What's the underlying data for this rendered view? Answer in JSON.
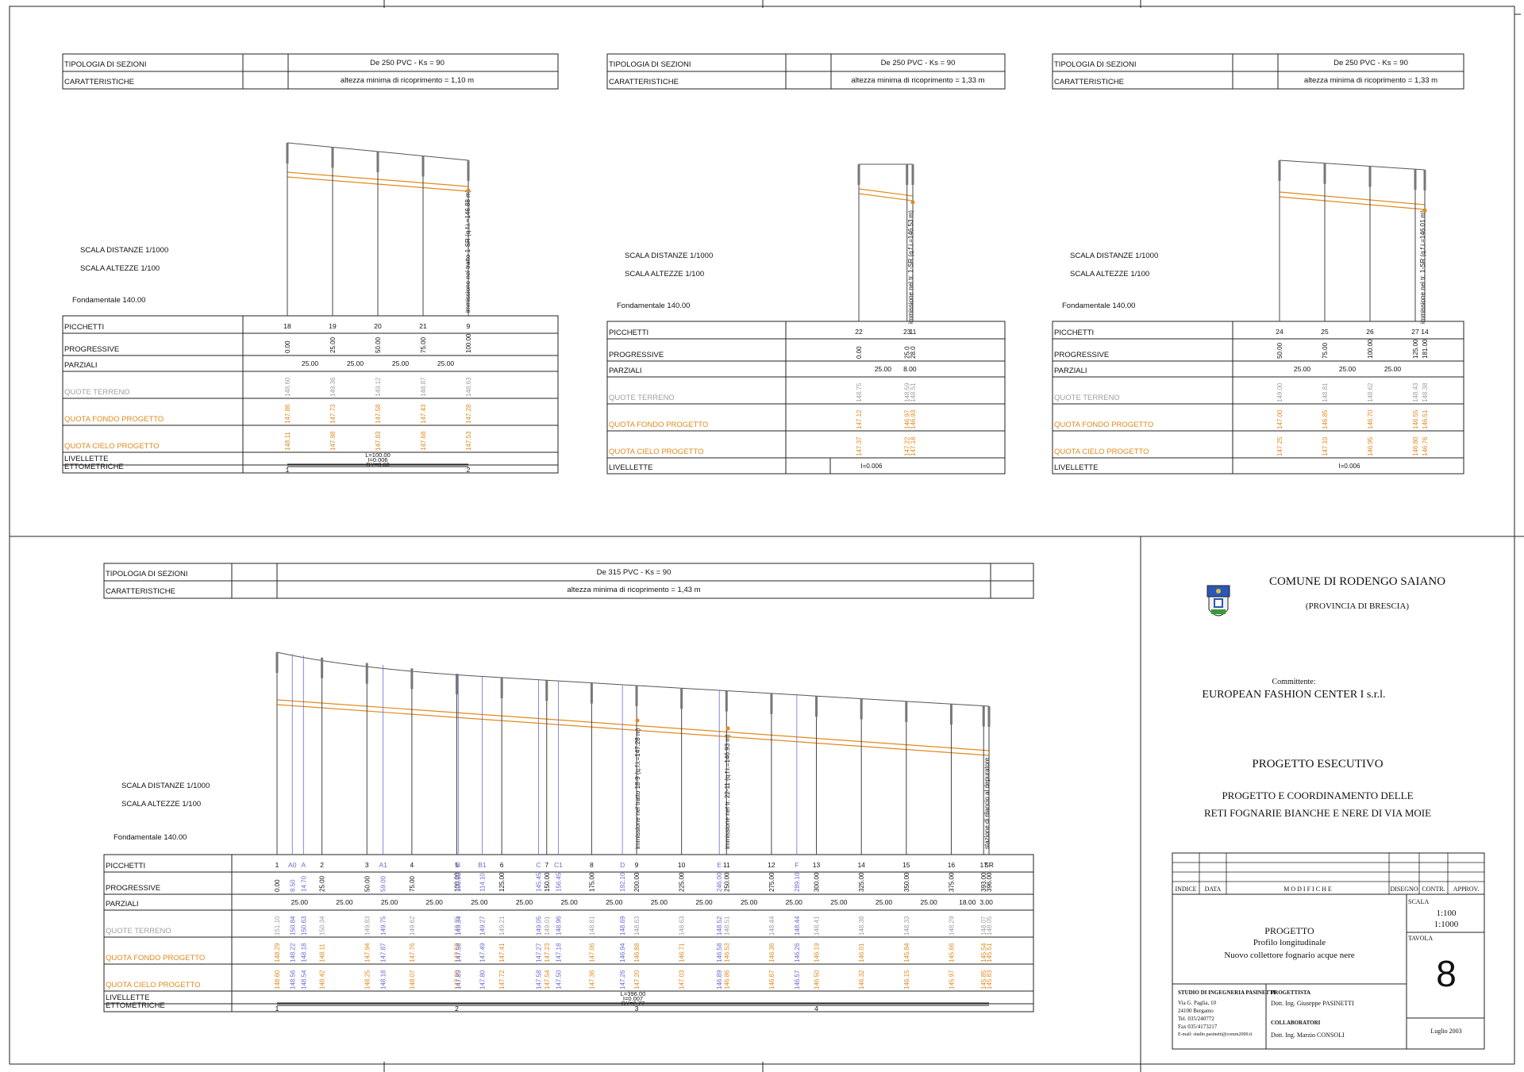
{
  "profiles": [
    {
      "id": "p1",
      "tipologia_label": "TIPOLOGIA DI SEZIONI",
      "tipologia_value": "De 250 PVC - Ks = 90",
      "caratteristiche_label": "CARATTERISTICHE",
      "caratteristiche_value": "altezza minima di ricoprimento = 1,10 m",
      "scala_distanze": "SCALA DISTANZE 1/1000",
      "scala_altezze": "SCALA ALTEZZE  1/100",
      "fondamentale": "Fondamentale 140.00",
      "immissione": "immissione nel tratto 1-SR (q.f.i.=146.88 m)",
      "rows": [
        "PICCHETTI",
        "PROGRESSIVE",
        "PARZIALI",
        "QUOTE TERRENO",
        "QUOTA FONDO PROGETTO",
        "QUOTA CIELO PROGETTO",
        "LIVELLETTE",
        "ETTOMETRICHE"
      ],
      "stations": [
        {
          "picchetto": "18",
          "progressiva": "0.00",
          "terreno": "148.60",
          "fondo": "147.86",
          "cielo": "148.11"
        },
        {
          "picchetto": "19",
          "progressiva": "25.00",
          "terreno": "149.36",
          "fondo": "147.73",
          "cielo": "147.98"
        },
        {
          "picchetto": "20",
          "progressiva": "50.00",
          "terreno": "149.12",
          "fondo": "147.58",
          "cielo": "147.83"
        },
        {
          "picchetto": "21",
          "progressiva": "75.00",
          "terreno": "148.87",
          "fondo": "147.43",
          "cielo": "147.68"
        },
        {
          "picchetto": "9",
          "progressiva": "100.00",
          "terreno": "148.63",
          "fondo": "147.28",
          "cielo": "147.53"
        }
      ],
      "parziali": [
        "25.00",
        "25.00",
        "25.00",
        "25.00"
      ],
      "livellette": [
        "L=100.00",
        "I=0.006",
        "DY=0.60"
      ],
      "ettometriche": [
        "1",
        "2"
      ]
    },
    {
      "id": "p2",
      "tipologia_label": "TIPOLOGIA DI SEZIONI",
      "tipologia_value": "De 250 PVC - Ks = 90",
      "caratteristiche_label": "CARATTERISTICHE",
      "caratteristiche_value": "altezza minima di ricoprimento = 1,33 m",
      "scala_distanze": "SCALA DISTANZE 1/1000",
      "scala_altezze": "SCALA ALTEZZE  1/100",
      "fondamentale": "Fondamentale 140.00",
      "immissione": "immissione nel tr. 1-SR (q.f.i.=146.53 m)",
      "rows": [
        "PICCHETTI",
        "PROGRESSIVE",
        "PARZIALI",
        "QUOTE TERRENO",
        "QUOTA FONDO PROGETTO",
        "QUOTA CIELO PROGETTO",
        "LIVELLETTE"
      ],
      "stations": [
        {
          "picchetto": "22",
          "progressiva": "0.00",
          "terreno": "148.75",
          "fondo": "147.12",
          "cielo": "147.37"
        },
        {
          "picchetto": "23",
          "progressiva": "25.0",
          "terreno": "148.59",
          "fondo": "146.97",
          "cielo": "147.22"
        },
        {
          "picchetto": "11",
          "progressiva": "28.0",
          "terreno": "148.51",
          "fondo": "146.93",
          "cielo": "147.18"
        }
      ],
      "parziali": [
        "25.00",
        "8.00"
      ],
      "livellette": [
        "I=0.006"
      ]
    },
    {
      "id": "p3",
      "tipologia_label": "TIPOLOGIA DI SEZIONI",
      "tipologia_value": "De 250 PVC - Ks = 90",
      "caratteristiche_label": "CARATTERISTICHE",
      "caratteristiche_value": "altezza minima di ricoprimento = 1,33 m",
      "scala_distanze": "SCALA DISTANZE 1/1000",
      "scala_altezze": "SCALA ALTEZZE  1/100",
      "fondamentale": "Fondamentale 140.00",
      "immissione": "immissione nel tr. 1-SR (q.f.i.=146.01 m)",
      "rows": [
        "PICCHETTI",
        "PROGRESSIVE",
        "PARZIALI",
        "QUOTE TERRENO",
        "QUOTA FONDO PROGETTO",
        "QUOTA CIELO PROGETTO",
        "LIVELLETTE"
      ],
      "stations": [
        {
          "picchetto": "24",
          "progressiva": "50.00",
          "terreno": "149.00",
          "fondo": "147.00",
          "cielo": "147.25"
        },
        {
          "picchetto": "25",
          "progressiva": "75.00",
          "terreno": "148.81",
          "fondo": "146.85",
          "cielo": "147.10"
        },
        {
          "picchetto": "26",
          "progressiva": "100.00",
          "terreno": "148.62",
          "fondo": "146.70",
          "cielo": "146.95"
        },
        {
          "picchetto": "27",
          "progressiva": "125.00",
          "terreno": "148.43",
          "fondo": "146.55",
          "cielo": "146.80"
        },
        {
          "picchetto": "14",
          "progressiva": "181.00",
          "terreno": "148.38",
          "fondo": "146.51",
          "cielo": "146.76"
        }
      ],
      "parziali": [
        "25.00",
        "25.00",
        "25.00"
      ],
      "livellette": [
        "I=0.006"
      ]
    },
    {
      "id": "p4",
      "tipologia_label": "TIPOLOGIA DI SEZIONI",
      "tipologia_value": "De 315 PVC - Ks = 90",
      "caratteristiche_label": "CARATTERISTICHE",
      "caratteristiche_value": "altezza minima di ricoprimento = 1,43 m",
      "scala_distanze": "SCALA DISTANZE 1/1000",
      "scala_altezze": "SCALA ALTEZZE  1/100",
      "fondamentale": "Fondamentale 140.00",
      "immissioni": [
        "immissione nel tratto 18-9 (q.f.i.=147.28 m)",
        "immissione nel tr. 22-11 (q.f.i.=146.93 m)",
        "stazione di rilancio al depuratore"
      ],
      "rows": [
        "PICCHETTI",
        "PROGRESSIVE",
        "PARZIALI",
        "QUOTE TERRENO",
        "QUOTA FONDO PROGETTO",
        "QUOTA CIELO PROGETTO",
        "LIVELLETTE",
        "ETTOMETRICHE"
      ],
      "stations": [
        {
          "picchetto": "1",
          "progressiva": "0.00",
          "terreno": "151.10",
          "fondo": "148.29",
          "cielo": "148.60",
          "aux": false
        },
        {
          "picchetto": "A0",
          "progressiva": "8.50",
          "terreno": "150.84",
          "fondo": "148.22",
          "cielo": "148.56",
          "aux": true
        },
        {
          "picchetto": "A",
          "progressiva": "14.70",
          "terreno": "150.63",
          "fondo": "148.18",
          "cielo": "148.54",
          "aux": true
        },
        {
          "picchetto": "2",
          "progressiva": "25.00",
          "terreno": "150.34",
          "fondo": "148.11",
          "cielo": "148.42",
          "aux": false
        },
        {
          "picchetto": "3",
          "progressiva": "50.00",
          "terreno": "149.83",
          "fondo": "147.94",
          "cielo": "148.25",
          "aux": false
        },
        {
          "picchetto": "A1",
          "progressiva": "59.00",
          "terreno": "149.75",
          "fondo": "147.87",
          "cielo": "148.18",
          "aux": true
        },
        {
          "picchetto": "4",
          "progressiva": "75.00",
          "terreno": "149.62",
          "fondo": "147.76",
          "cielo": "148.07",
          "aux": false
        },
        {
          "picchetto": "5",
          "progressiva": "100.00",
          "terreno": "149.35",
          "fondo": "147.59",
          "cielo": "147.90",
          "aux": false
        },
        {
          "picchetto": "B",
          "progressiva": "100.80",
          "terreno": "149.34",
          "fondo": "147.58",
          "cielo": "147.89",
          "aux": true
        },
        {
          "picchetto": "B1",
          "progressiva": "114.10",
          "terreno": "149.27",
          "fondo": "147.49",
          "cielo": "147.80",
          "aux": true
        },
        {
          "picchetto": "6",
          "progressiva": "125.00",
          "terreno": "149.21",
          "fondo": "147.41",
          "cielo": "147.72",
          "aux": false
        },
        {
          "picchetto": "C",
          "progressiva": "145.45",
          "terreno": "149.05",
          "fondo": "147.27",
          "cielo": "147.58",
          "aux": true
        },
        {
          "picchetto": "7",
          "progressiva": "150.00",
          "terreno": "149.01",
          "fondo": "147.23",
          "cielo": "147.54",
          "aux": false
        },
        {
          "picchetto": "C1",
          "progressiva": "156.45",
          "terreno": "148.96",
          "fondo": "147.18",
          "cielo": "147.50",
          "aux": true
        },
        {
          "picchetto": "8",
          "progressiva": "175.00",
          "terreno": "148.81",
          "fondo": "147.06",
          "cielo": "147.36",
          "aux": false
        },
        {
          "picchetto": "D",
          "progressiva": "192.10",
          "terreno": "148.69",
          "fondo": "146.94",
          "cielo": "147.26",
          "aux": true
        },
        {
          "picchetto": "9",
          "progressiva": "200.00",
          "terreno": "148.63",
          "fondo": "146.88",
          "cielo": "147.20",
          "aux": false
        },
        {
          "picchetto": "10",
          "progressiva": "225.00",
          "terreno": "148.63",
          "fondo": "146.71",
          "cielo": "147.03",
          "aux": false
        },
        {
          "picchetto": "E",
          "progressiva": "246.00",
          "terreno": "148.52",
          "fondo": "146.58",
          "cielo": "146.89",
          "aux": true
        },
        {
          "picchetto": "11",
          "progressiva": "250.00",
          "terreno": "148.51",
          "fondo": "146.53",
          "cielo": "146.86",
          "aux": false
        },
        {
          "picchetto": "12",
          "progressiva": "275.00",
          "terreno": "148.44",
          "fondo": "146.36",
          "cielo": "146.67",
          "aux": false
        },
        {
          "picchetto": "F",
          "progressiva": "289.10",
          "terreno": "148.44",
          "fondo": "146.26",
          "cielo": "146.57",
          "aux": true
        },
        {
          "picchetto": "13",
          "progressiva": "300.00",
          "terreno": "148.41",
          "fondo": "146.19",
          "cielo": "146.50",
          "aux": false
        },
        {
          "picchetto": "14",
          "progressiva": "325.00",
          "terreno": "148.38",
          "fondo": "146.01",
          "cielo": "146.32",
          "aux": false
        },
        {
          "picchetto": "15",
          "progressiva": "350.00",
          "terreno": "148.33",
          "fondo": "145.84",
          "cielo": "146.15",
          "aux": false
        },
        {
          "picchetto": "16",
          "progressiva": "375.00",
          "terreno": "148.29",
          "fondo": "145.66",
          "cielo": "145.97",
          "aux": false
        },
        {
          "picchetto": "17",
          "progressiva": "393.00",
          "terreno": "148.07",
          "fondo": "145.54",
          "cielo": "145.85",
          "aux": false
        },
        {
          "picchetto": "SR",
          "progressiva": "396.00",
          "terreno": "148.05",
          "fondo": "145.51",
          "cielo": "145.83",
          "aux": false
        }
      ],
      "parziali": [
        "25.00",
        "25.00",
        "25.00",
        "25.00",
        "25.00",
        "25.00",
        "25.00",
        "25.00",
        "25.00",
        "25.00",
        "25.00",
        "25.00",
        "25.00",
        "25.00",
        "25.00",
        "18.00",
        "3.00"
      ],
      "livellette": [
        "L=396.00",
        "I=0.007",
        "DY=2.77"
      ],
      "ettometriche": [
        "1",
        "2",
        "3",
        "4"
      ]
    }
  ],
  "title_block": {
    "comune": "COMUNE DI RODENGO SAIANO",
    "provincia": "(PROVINCIA DI BRESCIA)",
    "committente_label": "Committente:",
    "committente": "EUROPEAN FASHION CENTER I s.r.l.",
    "progetto_esecutivo": "PROGETTO ESECUTIVO",
    "descr_line1": "PROGETTO E COORDINAMENTO DELLE",
    "descr_line2": "RETI FOGNARIE BIANCHE E NERE DI VIA MOIE",
    "table_headers": [
      "INDICE",
      "DATA",
      "M O D I F I C H E",
      "DISEGNO",
      "CONTR.",
      "APPROV."
    ],
    "progetto_label": "PROGETTO",
    "progetto_line1": "Profilo longitudinale",
    "progetto_line2": "Nuovo collettore fognario acque nere",
    "scala_label": "SCALA",
    "scala_1": "1:100",
    "scala_2": "1:1000",
    "tavola_label": "TAVOLA",
    "tavola": "8",
    "studio": "STUDIO DI INGEGNERIA PASINETTI",
    "studio_addr": [
      "Via G. Paglia, 10",
      "24100 Bergamo",
      "Tel. 035/240772",
      "Fax 035/4173217",
      "E-mail: studio.pasinetti@comm2000.it"
    ],
    "progettista_label": "PROGETTISTA",
    "progettista": "Dott. Ing. Giuseppe PASINETTI",
    "collaboratori_label": "COLLABORATORI",
    "collaboratori": "Dott. Ing. Marzio CONSOLI",
    "data": "Luglio 2003"
  },
  "colors": {
    "line": "#222222",
    "orange": "#e08a1e",
    "grey": "#a0a0a0",
    "blue": "#6b6bd6"
  }
}
